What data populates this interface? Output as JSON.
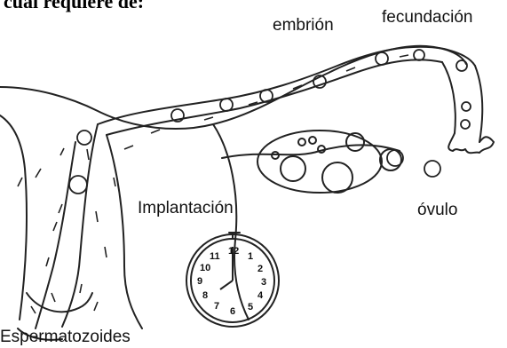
{
  "caption_fragment": "cuál requiere de:",
  "labels": {
    "embrion": "embrión",
    "fecundacion": "fecundación",
    "implantacion": "Implantación",
    "ovulo": "óvulo",
    "espermatozoides": "Espermatozoides"
  },
  "clock": {
    "numbers": [
      "12",
      "1",
      "2",
      "3",
      "4",
      "5",
      "6",
      "7",
      "8",
      "9",
      "10",
      "11"
    ]
  },
  "colors": {
    "ink": "#222222",
    "background": "#ffffff"
  }
}
